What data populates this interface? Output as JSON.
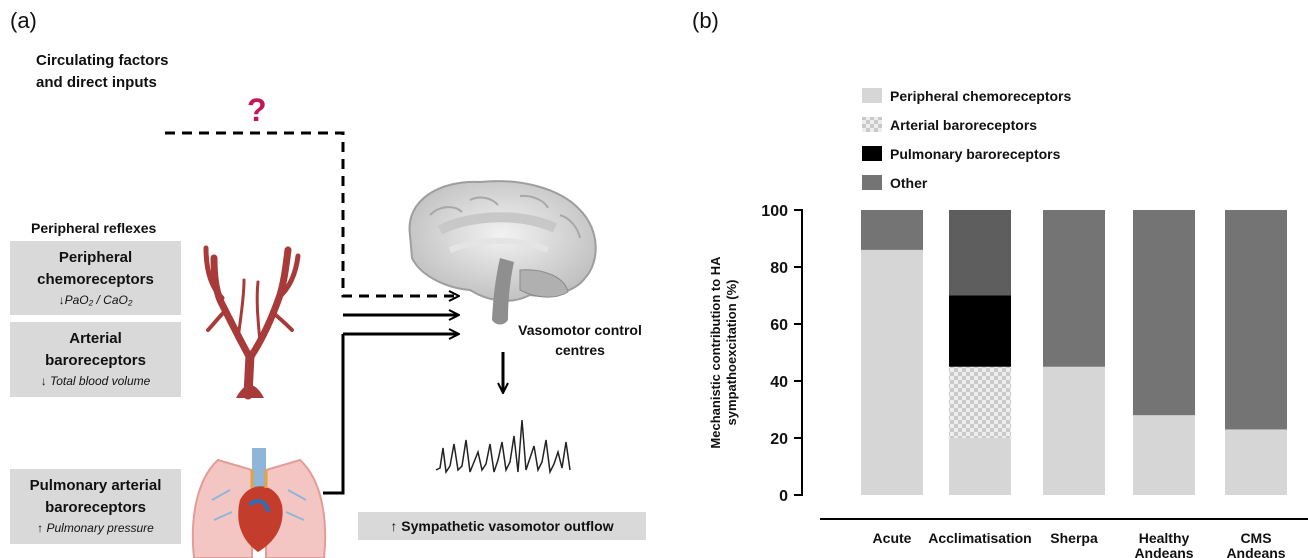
{
  "panel_a": {
    "label": "(a)",
    "circulating": {
      "line1": "Circulating factors",
      "line2": "and direct inputs",
      "unknown_mark": "?"
    },
    "peripheral_reflexes_heading": "Peripheral reflexes",
    "boxes": [
      {
        "title1": "Peripheral",
        "title2": "chemoreceptors",
        "sub": "↓PaO₂ / CaO₂"
      },
      {
        "title1": "Arterial",
        "title2": "baroreceptors",
        "sub": "↓ Total blood volume"
      },
      {
        "title1": "Pulmonary arterial",
        "title2": "baroreceptors",
        "sub": "↑ Pulmonary pressure"
      }
    ],
    "vasomotor": {
      "line1": "Vasomotor control",
      "line2": "centres"
    },
    "outflow_label": "↑ Sympathetic vasomotor outflow",
    "icons": [
      "arteries-icon",
      "brain-icon",
      "lungs-heart-icon",
      "nerve-trace-icon"
    ],
    "colors": {
      "box_fill": "#d9d9d9",
      "question": "#c2185b",
      "artery": "#a83a3a"
    }
  },
  "panel_b": {
    "label": "(b)",
    "chart_data": {
      "type": "bar",
      "stacked": true,
      "ylabel_line1": "Mechanistic contribution to HA",
      "ylabel_line2": "sympathoexcitation (%)",
      "ylim": [
        0,
        100
      ],
      "yticks": [
        "0",
        "20",
        "40",
        "60",
        "80",
        "100"
      ],
      "categories": [
        {
          "line1": "Acute",
          "line2": ""
        },
        {
          "line1": "Acclimatisation",
          "line2": ""
        },
        {
          "line1": "Sherpa",
          "line2": ""
        },
        {
          "line1": "Healthy",
          "line2": "Andeans"
        },
        {
          "line1": "CMS",
          "line2": "Andeans"
        }
      ],
      "legend_position": "top-left",
      "series": [
        {
          "name": "Peripheral chemoreceptors",
          "color": "#d6d6d6",
          "values": [
            86,
            20,
            45,
            28,
            23
          ]
        },
        {
          "name": "Arterial baroreceptors",
          "color": "checker",
          "values": [
            0,
            25,
            0,
            0,
            0
          ]
        },
        {
          "name": "Pulmonary baroreceptors",
          "color": "#000000",
          "values": [
            0,
            25,
            0,
            0,
            0
          ]
        },
        {
          "name": "Other",
          "color": "#747474",
          "values": [
            14,
            30,
            55,
            72,
            77
          ]
        }
      ],
      "other_dark_variant": "#5e5e5e"
    }
  }
}
